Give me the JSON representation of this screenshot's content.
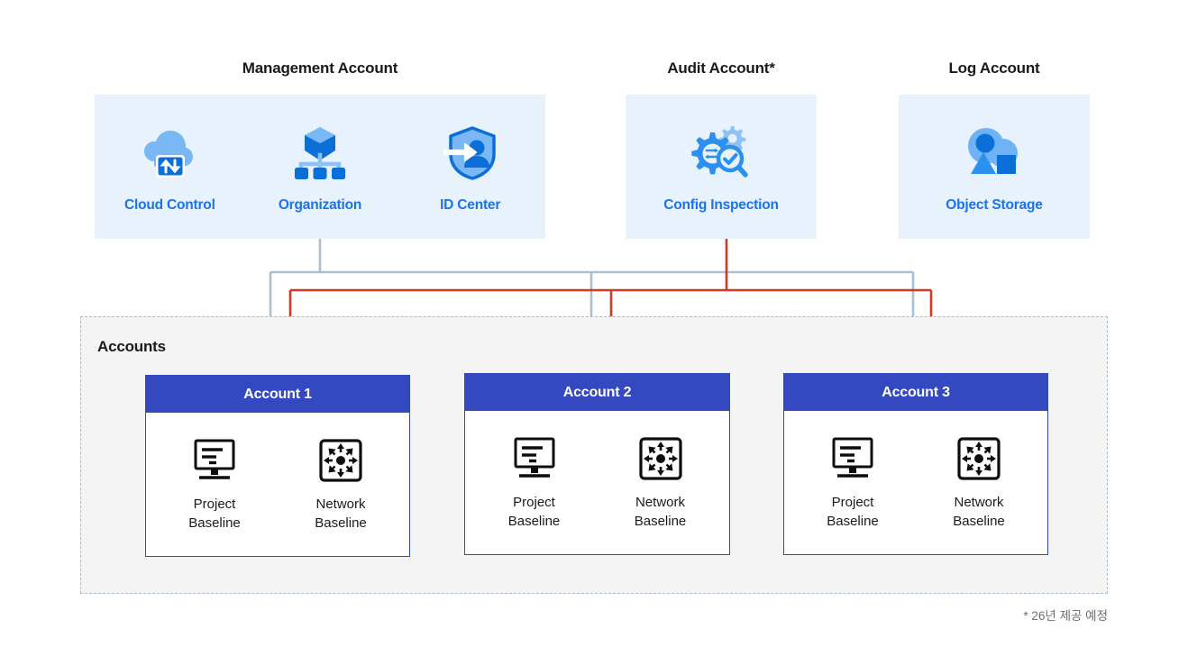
{
  "colors": {
    "panel_bg": "#e8f2fd",
    "service_label": "#1a73e8",
    "account_header_bg": "#3449c0",
    "accounts_area_bg": "#f4f4f4",
    "accounts_area_border": "#a8bcd0",
    "gray_connector": "#a9c0d2",
    "red_connector": "#cc3b22",
    "icon_dark_blue": "#0b6fd8",
    "icon_light_blue": "#72b3f4",
    "footnote_text": "#6e6e6e"
  },
  "groups": [
    {
      "title": "Management Account",
      "services": [
        {
          "label": "Cloud Control",
          "icon": "cloud-control-icon"
        },
        {
          "label": "Organization",
          "icon": "organization-icon"
        },
        {
          "label": "ID Center",
          "icon": "id-center-icon"
        }
      ]
    },
    {
      "title": "Audit Account*",
      "services": [
        {
          "label": "Config Inspection",
          "icon": "config-inspection-icon"
        }
      ]
    },
    {
      "title": "Log Account",
      "services": [
        {
          "label": "Object Storage",
          "icon": "object-storage-icon"
        }
      ]
    }
  ],
  "accounts_section": {
    "title": "Accounts",
    "accounts": [
      {
        "name": "Account 1",
        "baselines": [
          {
            "label_line1": "Project",
            "label_line2": "Baseline",
            "icon": "monitor-icon"
          },
          {
            "label_line1": "Network",
            "label_line2": "Baseline",
            "icon": "network-hub-icon"
          }
        ]
      },
      {
        "name": "Account 2",
        "baselines": [
          {
            "label_line1": "Project",
            "label_line2": "Baseline",
            "icon": "monitor-icon"
          },
          {
            "label_line1": "Network",
            "label_line2": "Baseline",
            "icon": "network-hub-icon"
          }
        ]
      },
      {
        "name": "Account 3",
        "baselines": [
          {
            "label_line1": "Project",
            "label_line2": "Baseline",
            "icon": "monitor-icon"
          },
          {
            "label_line1": "Network",
            "label_line2": "Baseline",
            "icon": "network-hub-icon"
          }
        ]
      }
    ]
  },
  "footnote": "* 26년 제공 예정"
}
